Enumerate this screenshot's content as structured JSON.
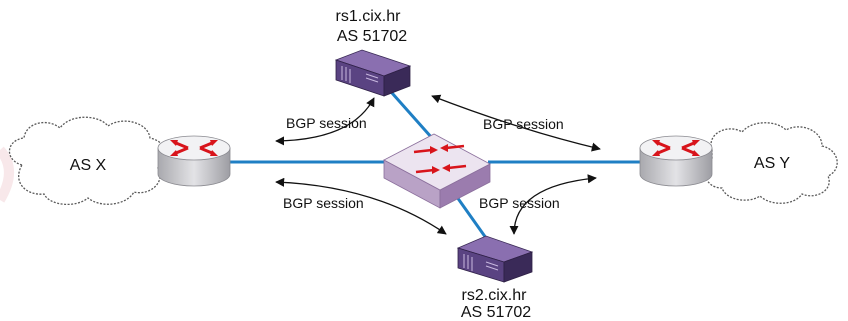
{
  "diagram": {
    "rs1": {
      "hostname": "rs1.cix.hr",
      "asn": "AS 51702"
    },
    "rs2": {
      "hostname": "rs2.cix.hr",
      "asn": "AS 51702"
    },
    "as_x": {
      "label": "AS X"
    },
    "as_y": {
      "label": "AS Y"
    },
    "sessions": {
      "top_left": "BGP session",
      "top_right": "BGP session",
      "bottom_left": "BGP session",
      "bottom_right": "BGP session"
    },
    "colors": {
      "link": "#1f7fc4",
      "router_body": "#c8c8cc",
      "router_top": "#f2f2f4",
      "router_arrow": "#d8141b",
      "switch_top": "#ece4f0",
      "switch_side": "#c9b6d3",
      "server_body": "#4e3b70",
      "server_front": "#7b5ea3",
      "cloud_stroke": "#5a5a5a"
    }
  }
}
